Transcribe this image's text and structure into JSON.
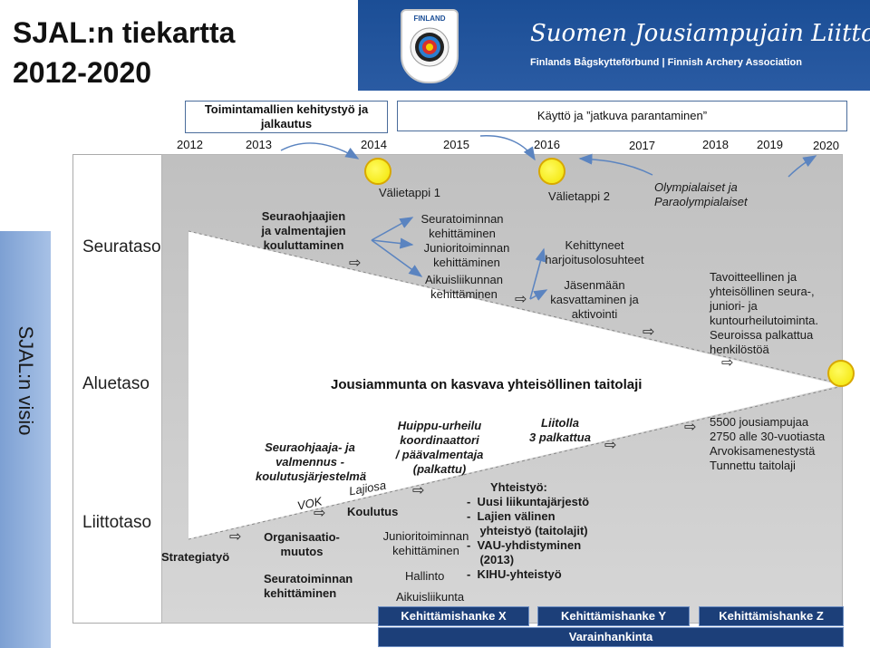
{
  "title": {
    "line1": "SJAL:n tiekartta",
    "line2": "2012-2020"
  },
  "banner": {
    "logo_text": "FINLAND",
    "title": "Suomen Jousiampujain Liitto",
    "subtitle": "Finlands Bågskytteförbund  |  Finnish Archery Association"
  },
  "top_boxes": {
    "box1": {
      "line1": "Toimintamallien kehitystyö ja",
      "line2": "jalkautus"
    },
    "box2": "Käyttö ja ”jatkuva parantaminen”"
  },
  "years": [
    "2012",
    "2013",
    "2014",
    "2015",
    "2016",
    "2017",
    "2018",
    "2019",
    "2020"
  ],
  "vision": "SJAL:n visio",
  "levels": {
    "seura": "Seurataso",
    "alue": "Aluetaso",
    "liitto": "Liittotaso"
  },
  "strategiatyo": "Strategiatyö",
  "milestones": {
    "m1": "Välietappi 1",
    "m2": "Välietappi 2",
    "m3": {
      "line1": "Olympialaiset ja",
      "line2": "Paraolympialaiset"
    }
  },
  "seura_texts": {
    "a": {
      "line1": "Seuraohjaajien",
      "line2": "ja valmentajien",
      "line3": "kouluttaminen"
    },
    "b": {
      "line1": "Seuratoiminnan",
      "line2": "kehittäminen"
    },
    "c": {
      "line1": "Junioritoiminnan",
      "line2": "kehittäminen"
    },
    "d": {
      "line1": "Aikuisliikunnan",
      "line2": "kehittäminen"
    },
    "e": {
      "line1": "Kehittyneet",
      "line2": "harjoitusolosuhteet"
    },
    "f": {
      "line1": "Jäsenmään",
      "line2": "kasvattaminen ja",
      "line3": "aktivointi"
    }
  },
  "right_texts": {
    "r1": [
      "Tavoitteellinen ja",
      "yhteisöllinen seura-,",
      "juniori- ja",
      "kuntourheilutoiminta.",
      "Seuroissa palkattua",
      "henkilöstöä"
    ],
    "r2": [
      "5500 jousiampujaa",
      "2750 alle 30-vuotiasta",
      "Arvokisamenestystä",
      "Tunnettu taitolaji"
    ]
  },
  "main_statement": "Jousiammunta on kasvava yhteisöllinen taitolaji",
  "liitto_texts": {
    "valmennus": {
      "line1": "Seuraohjaaja- ja",
      "line2": "valmennus -",
      "line3": "koulutusjärjestelmä"
    },
    "huippu": {
      "line1": "Huippu-urheilu",
      "line2": "koordinaattori",
      "line3": "/ päävalmentaja",
      "line4": "(palkattu)"
    },
    "liitolla": {
      "line1": "Liitolla",
      "line2": "3 palkattua"
    },
    "lajiosa": "Lajiosa",
    "vok": "VOK",
    "koulutus": "Koulutus",
    "organisaatio": {
      "line1": "Organisaatio-",
      "line2": "muutos"
    },
    "seuratoiminnan": {
      "line1": "Seuratoiminnan",
      "line2": "kehittäminen"
    },
    "junioritoiminnan": {
      "line1": "Junioritoiminnan",
      "line2": "kehittäminen"
    },
    "hallinto": "Hallinto",
    "aikuisliikunta": "Aikuisliikunta",
    "yhteistyo": {
      "title": "Yhteistyö:",
      "items": [
        "-  Uusi liikuntajärjestö",
        "-  Lajien välinen",
        "    yhteistyö (taitolajit)",
        "-  VAU-yhdistyminen",
        "    (2013)",
        "-  KIHU-yhteistyö"
      ]
    }
  },
  "bottom_boxes": {
    "x": "Kehittämishanke X",
    "y": "Kehittämishanke Y",
    "z": "Kehittämishanke Z",
    "varainhankinta": "Varainhankinta"
  }
}
